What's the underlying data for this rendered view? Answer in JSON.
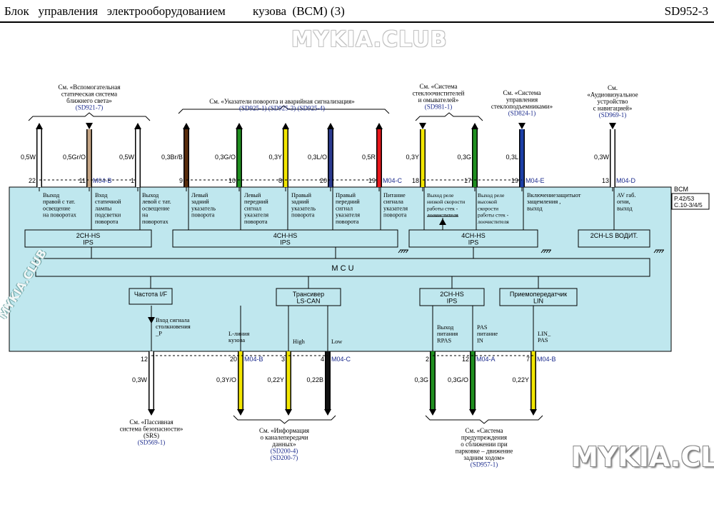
{
  "header": {
    "title": "Блок   управления   электрооборудованием         кузова  (BCM) (3)",
    "code": "SD952-3"
  },
  "watermarks": {
    "top": "MYKIA.CLUB",
    "bottom": "MYKIA.CLUB",
    "side": "MYKIA.CLUB"
  },
  "module": {
    "name": "BCM",
    "connectors": "P.42/53\nC.10-3/4/5"
  },
  "top_refs": {
    "ref1": [
      "См. «Вспомогательная",
      "статическая   система",
      "ближнего   света»",
      "(SD921-7)"
    ],
    "ref2": [
      "См. «Указатели   поворота   и аварийная   сигнализация»",
      "(SD925-1)  (SD925-3)  (SD925-4)"
    ],
    "ref3": [
      "См. «Система",
      "стеклоочистителей",
      "и омывателей»",
      "(SD981-1)"
    ],
    "ref4": [
      "См. «Система",
      "управления",
      "стеклоподъемниками»",
      "(SD824-1)"
    ],
    "ref5": [
      "См.",
      "«Аудиовизуальное",
      "устройство",
      "с навигацией»",
      "(SD969-1)"
    ]
  },
  "top_wires": [
    {
      "wire": "0,5W",
      "pin": "22",
      "color": "#ffffff",
      "dir": "up"
    },
    {
      "wire": "0,5Gr/O",
      "pin": "11",
      "color": "#c4a484",
      "dir": "down",
      "conn": "M04-B"
    },
    {
      "wire": "0,5W",
      "pin": "1",
      "color": "#ffffff",
      "dir": "up"
    },
    {
      "wire": "0,3Br/B",
      "pin": "9",
      "color": "#5a2d0c",
      "dir": "up"
    },
    {
      "wire": "0,3G/O",
      "pin": "10",
      "color": "#1f8f1f",
      "dir": "up"
    },
    {
      "wire": "0,3Y",
      "pin": "8",
      "color": "#f2e600",
      "dir": "up"
    },
    {
      "wire": "0,3L/O",
      "pin": "20",
      "color": "#2b3a8f",
      "dir": "up"
    },
    {
      "wire": "0,5R",
      "pin": "19",
      "color": "#e8161b",
      "dir": "up",
      "conn": "M04-C"
    },
    {
      "wire": "0,3Y",
      "pin": "18",
      "color": "#f2e600",
      "dir": "down"
    },
    {
      "wire": "0,3G",
      "pin": "17",
      "color": "#1f8f1f",
      "dir": "up"
    },
    {
      "wire": "0,3L",
      "pin": "19",
      "color": "#1c3fa8",
      "dir": "down",
      "conn": "M04-E"
    },
    {
      "wire": "0,3W",
      "pin": "13",
      "color": "#ffffff",
      "dir": "down",
      "conn": "M04-D"
    }
  ],
  "top_labels": [
    [
      "Выход",
      "правой с тат.",
      "освещение",
      "на поворотах"
    ],
    [
      "Вход",
      "статичной",
      "лампы",
      "подсветки",
      "поворота"
    ],
    [
      "Выход",
      "левой с тат.",
      "освещение",
      "на",
      "поворотах"
    ],
    [
      "Левый",
      "задний",
      "указатель",
      "поворота"
    ],
    [
      "Левый",
      "передний",
      "сигнал",
      "указателя",
      "поворота"
    ],
    [
      "Правый",
      "задний",
      "указатель",
      "поворота"
    ],
    [
      "Правый",
      "передний",
      "сигнал",
      "указателя",
      "поворота"
    ],
    [
      "Питание",
      "сигнала",
      "указателя",
      "поворота"
    ],
    [
      "Выход реле",
      "низкой скорости",
      "работы  стек -",
      "лоочистителя"
    ],
    [
      "Выход реле",
      "высокой",
      "скорости",
      "работы  стек -",
      "лоочистителя"
    ],
    [
      "Включениезащитыот",
      "защемления  ,",
      "выход"
    ],
    [
      "AV габ.",
      "огни,",
      "выход"
    ]
  ],
  "blocks": {
    "ips1": [
      "2CH-HS",
      "IPS"
    ],
    "ips2": [
      "4CH-HS",
      "IPS"
    ],
    "ips3": [
      "4CH-HS",
      "IPS"
    ],
    "ls": [
      "2CH-LS  ВОДИТ."
    ],
    "mcu": [
      "M C U"
    ],
    "freq": [
      "Частота  I/F"
    ],
    "can": [
      "Трансивер",
      "LS-CAN"
    ],
    "ips4": [
      "2CH-HS",
      "IPS"
    ],
    "lin": [
      "Приемопередатчик",
      "LIN"
    ]
  },
  "bottom_labels": [
    [
      "Вход  сигнала",
      "столкновения",
      "_P"
    ],
    [
      "L-линия",
      "кузова"
    ],
    [
      "High"
    ],
    [
      "Low"
    ],
    [
      "Выход",
      "питания",
      "RPAS"
    ],
    [
      "PAS",
      "питание",
      "IN"
    ],
    [
      "LIN_",
      "PAS"
    ]
  ],
  "bottom_wires": [
    {
      "wire": "0,3W",
      "pin": "12",
      "color": "#ffffff"
    },
    {
      "wire": "0,3Y/O",
      "pin": "20",
      "color": "#f2e600",
      "conn": "M04-B"
    },
    {
      "wire": "0,22Y",
      "pin": "3",
      "color": "#f2e600"
    },
    {
      "wire": "0,22B",
      "pin": "4",
      "color": "#111111",
      "conn": "M04-C"
    },
    {
      "wire": "0,3G",
      "pin": "2",
      "color": "#1f8f1f"
    },
    {
      "wire": "0,3G/O",
      "pin": "12",
      "color": "#1f8f1f",
      "conn": "M04-A"
    },
    {
      "wire": "0,22Y",
      "pin": "7",
      "color": "#f2e600",
      "conn": "M04-B"
    }
  ],
  "bottom_refs": {
    "ref1": [
      "См. «Пассивная",
      "система  безопасности»",
      "(SRS)",
      "(SD569-1)"
    ],
    "ref2": [
      "См. «Информация",
      "о каналепередачи",
      "данных»",
      "(SD200-4)",
      "(SD200-7)"
    ],
    "ref3": [
      "См. «Система",
      "предупреждения",
      "о сближении  при",
      "парковке  – движение",
      "задним  ходом»",
      "(SD957-1)"
    ]
  },
  "colors": {
    "module_fill": "#bfe7ee",
    "link_blue": "#1a2a8c"
  }
}
